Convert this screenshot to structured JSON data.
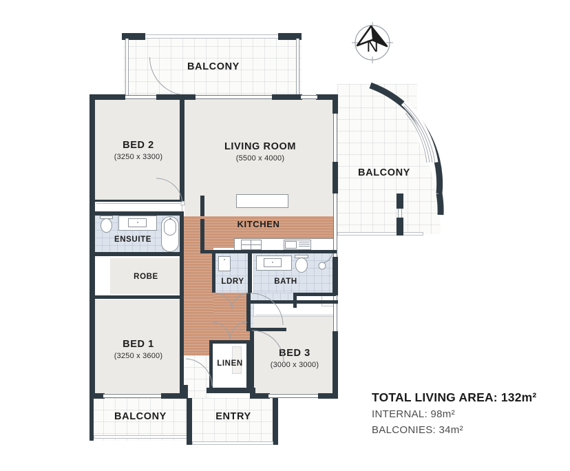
{
  "document": {
    "type": "floor-plan",
    "title": "Apartment Floor Plan"
  },
  "compass": {
    "icon": "north-arrow-compass",
    "letter": "N"
  },
  "rooms": [
    {
      "id": "balcony_top",
      "name": "BALCONY",
      "dimensions": ""
    },
    {
      "id": "bed2",
      "name": "BED 2",
      "dimensions": "(3250 x 3300)"
    },
    {
      "id": "living",
      "name": "LIVING ROOM",
      "dimensions": "(5500 x 4000)"
    },
    {
      "id": "balcony_right",
      "name": "BALCONY",
      "dimensions": ""
    },
    {
      "id": "ensuite",
      "name": "ENSUITE",
      "dimensions": ""
    },
    {
      "id": "kitchen",
      "name": "KITCHEN",
      "dimensions": ""
    },
    {
      "id": "robe",
      "name": "ROBE",
      "dimensions": ""
    },
    {
      "id": "ldry",
      "name": "LDRY",
      "dimensions": ""
    },
    {
      "id": "bath",
      "name": "BATH",
      "dimensions": ""
    },
    {
      "id": "bed1",
      "name": "BED 1",
      "dimensions": "(3250 x 3600)"
    },
    {
      "id": "linen",
      "name": "LINEN",
      "dimensions": ""
    },
    {
      "id": "bed3",
      "name": "BED 3",
      "dimensions": "(3000 x 3000)"
    },
    {
      "id": "balcony_bottom",
      "name": "BALCONY",
      "dimensions": ""
    },
    {
      "id": "entry",
      "name": "ENTRY",
      "dimensions": ""
    }
  ],
  "summary": {
    "total_label": "TOTAL LIVING AREA: 132m²",
    "internal_label": "INTERNAL: 98m²",
    "balconies_label": "BALCONIES: 34m²"
  },
  "colors": {
    "wall": "#2f3b44",
    "room_floor": "#eceae6",
    "wet_floor": "#dde3ec",
    "hall_floor": "#cd9577",
    "tile_floor": "#fbfbf9",
    "background": "#ffffff",
    "text": "#1d1d1d",
    "text_muted": "#4c4c4c"
  }
}
